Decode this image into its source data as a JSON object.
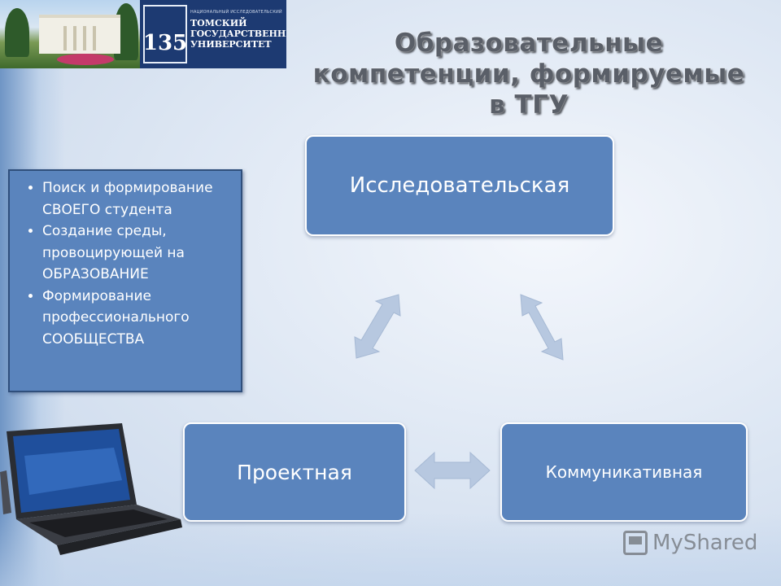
{
  "header": {
    "logo_number": "135",
    "logo_small_caption": "НАЦИОНАЛЬНЫЙ ИССЛЕДОВАТЕЛЬСКИЙ",
    "university_line1": "ТОМСКИЙ",
    "university_line2": "ГОСУДАРСТВЕННЫЙ",
    "university_line3": "УНИВЕРСИТЕТ"
  },
  "title": {
    "line1": "Образовательные",
    "line2": "компетенции, формируемые",
    "line3": "в ТГУ"
  },
  "diagram": {
    "research": "Исследовательская",
    "project": "Проектная",
    "communicative": "Коммуникативная"
  },
  "info_box": {
    "items": [
      "Поиск и формирование СВОЕГО студента",
      "Создание среды, провоцирующей на ОБРАЗОВАНИЕ",
      "Формирование профессионального СООБЩЕСТВА"
    ]
  },
  "watermark": {
    "text": "MyShared"
  },
  "colors": {
    "box_fill": "#5a84bd",
    "arrow_fill": "#b7c8e0",
    "banner": "#1d3a72"
  }
}
